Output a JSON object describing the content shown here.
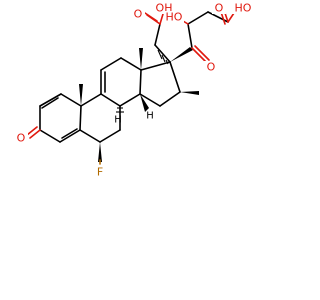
{
  "molecule": {
    "colors": {
      "carbon": "#000000",
      "oxygen": "#e0190f",
      "fluorine": "#b06a00",
      "background": "#ffffff"
    },
    "labels": {
      "acid1_oh": "OH",
      "acid1_o": "O",
      "acid2_ho": "HO",
      "acid2_o": "O",
      "hydroxy": "HO",
      "ketone_side": "O",
      "ketone_ring": "O",
      "fluoro": "F",
      "h8": "H",
      "h14": "H"
    }
  }
}
